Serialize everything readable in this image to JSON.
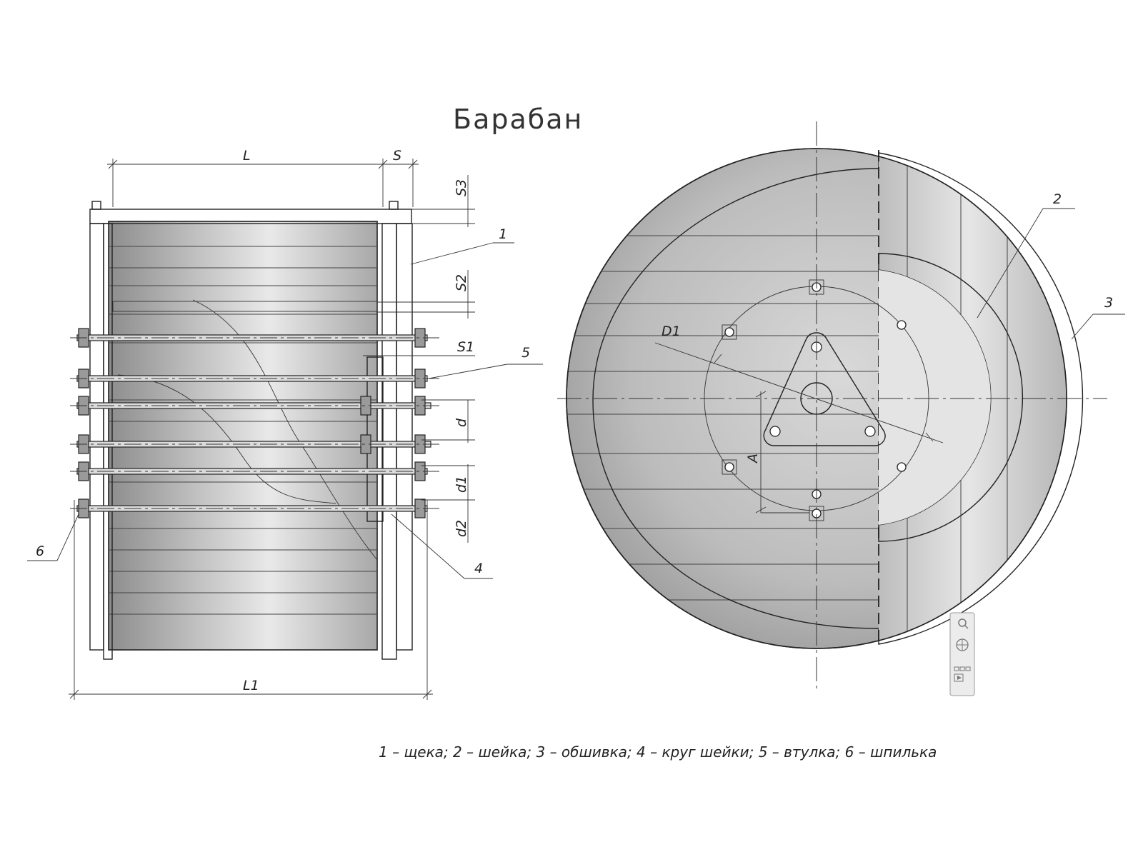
{
  "title": "Барабан",
  "dimensions": {
    "L": "L",
    "S": "S",
    "S3": "S3",
    "S2": "S2",
    "S1": "S1",
    "d": "d",
    "d1": "d1",
    "d2": "d2",
    "L1": "L1",
    "D1": "D1",
    "A": "A"
  },
  "callouts": {
    "c1": "1",
    "c2": "2",
    "c3": "3",
    "c4": "4",
    "c5": "5",
    "c6": "6"
  },
  "legend": "1 – щека; 2 – шейка; 3 – обшивка; 4 – круг шейки; 5 – втулка; 6 – шпилька",
  "colors": {
    "wood_light": "#e6e6e6",
    "wood_dark": "#9a9a9a",
    "line": "#222222"
  }
}
